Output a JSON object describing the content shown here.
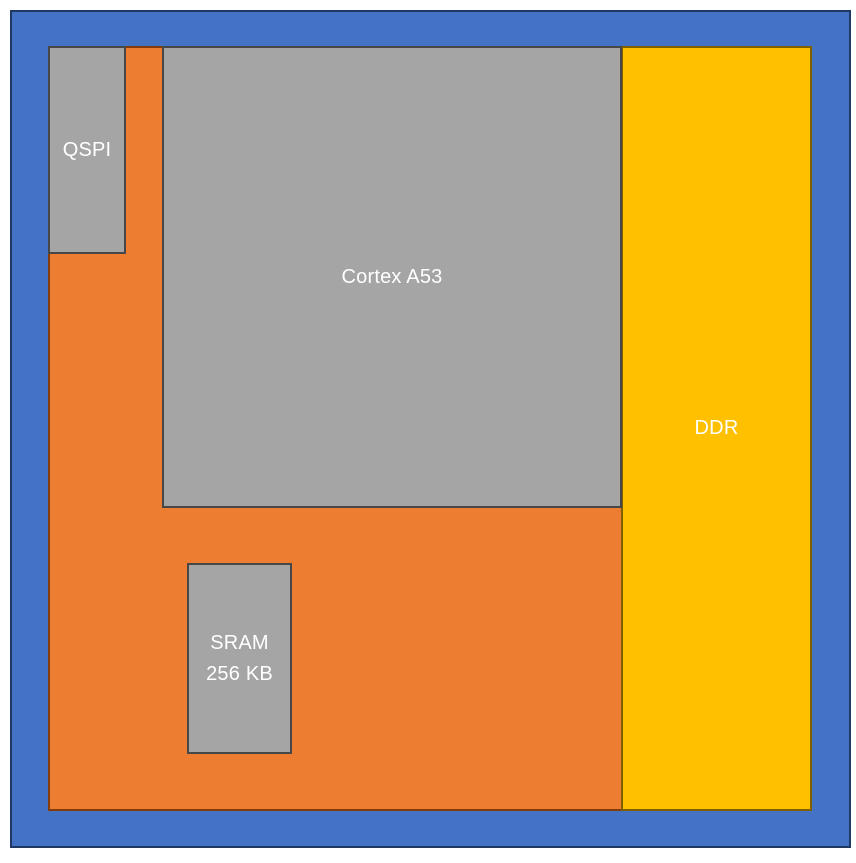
{
  "diagram": {
    "label_color": "#ffffff",
    "blocks": {
      "chip": {
        "label": "",
        "fill": "#4472c4",
        "border": "#1f3864"
      },
      "fabric": {
        "label": "",
        "fill": "#ed7d31",
        "border": "#843c0b"
      },
      "ddr": {
        "label": "DDR",
        "fill": "#ffc000",
        "border": "#7f6000"
      },
      "qspi": {
        "label": "QSPI",
        "fill": "#a5a5a5",
        "border": "#474747"
      },
      "cortex": {
        "label": "Cortex A53",
        "fill": "#a5a5a5",
        "border": "#474747"
      },
      "sram": {
        "label_line1": "SRAM",
        "label_line2": "256 KB",
        "fill": "#a5a5a5",
        "border": "#474747"
      }
    }
  }
}
